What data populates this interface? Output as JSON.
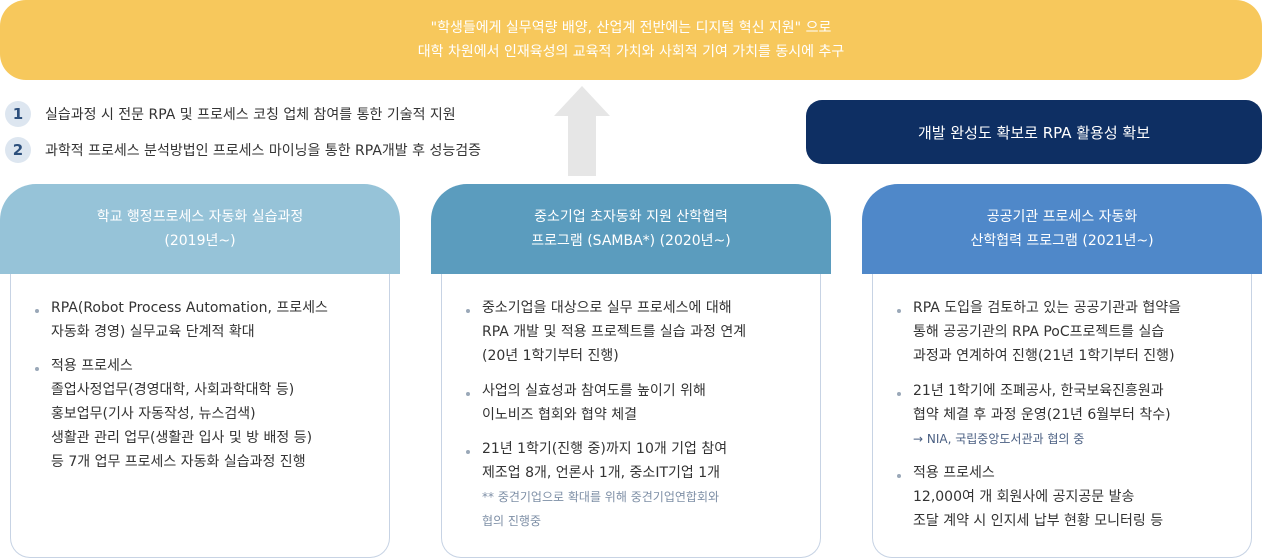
{
  "banner": {
    "line1": "\"학생들에게 실무역량 배양, 산업계 전반에는 디지털 혁신 지원\" 으로",
    "line2": "대학 차원에서 인재육성의 교육적 가치와 사회적 기여 가치를 동시에 추구"
  },
  "points": [
    {
      "num": "1",
      "text": "실습과정 시 전문 RPA 및 프로세스 코칭 업체 참여를 통한 기술적 지원"
    },
    {
      "num": "2",
      "text": "과학적 프로세스 분석방법인 프로세스 마이닝을 통한 RPA개발 후 성능검증"
    }
  ],
  "goal": "개발 완성도 확보로 RPA 활용성 확보",
  "columns": [
    {
      "title1": "학교 행정프로세스 자동화 실습과정",
      "title2": "(2019년~)",
      "color": "#96c3d8",
      "items": [
        {
          "lines": [
            "RPA(Robot Process Automation, 프로세스",
            "자동화 경영) 실무교육 단계적 확대"
          ]
        },
        {
          "lines": [
            "적용 프로세스",
            "졸업사정업무(경영대학, 사회과학대학 등)",
            "홍보업무(기사 자동작성, 뉴스검색)",
            "생활관 관리 업무(생활관 입사 및 방 배정 등)",
            "등 7개 업무 프로세스 자동화 실습과정 진행"
          ]
        }
      ]
    },
    {
      "title1": "중소기업 초자동화 지원 산학협력",
      "title2": "프로그램 (SAMBA*) (2020년~)",
      "color": "#5b9cbe",
      "items": [
        {
          "lines": [
            "중소기업을 대상으로 실무 프로세스에 대해",
            "RPA 개발 및 적용 프로젝트를 실습 과정 연계",
            "(20년 1학기부터 진행)"
          ]
        },
        {
          "lines": [
            "사업의 실효성과 참여도를 높이기 위해",
            "이노비즈 협회와 협약 체결"
          ]
        },
        {
          "lines": [
            "21년 1학기(진행 중)까지 10개 기업 참여",
            "제조업 8개, 언론사 1개, 중소IT기업 1개"
          ],
          "note": [
            "** 중견기업으로 확대를 위해 중견기업연합회와",
            "협의 진행중"
          ]
        }
      ]
    },
    {
      "title1": "공공기관 프로세스 자동화",
      "title2": "산학협력 프로그램 (2021년~)",
      "color": "#4f88c9",
      "items": [
        {
          "lines": [
            "RPA 도입을 검토하고 있는 공공기관과 협약을",
            "통해 공공기관의 RPA PoC프로젝트를 실습",
            "과정과 연계하여 진행(21년 1학기부터 진행)"
          ]
        },
        {
          "lines": [
            "21년 1학기에 조폐공사, 한국보육진흥원과",
            "협약 체결 후 과정 운영(21년 6월부터 착수)"
          ],
          "sub": "→ NIA, 국립중앙도서관과 협의 중"
        },
        {
          "lines": [
            "적용 프로세스",
            "12,000여 개 회원사에 공지공문 발송",
            "조달 계약 시 인지세 납부 현황 모니터링 등"
          ]
        }
      ]
    }
  ]
}
